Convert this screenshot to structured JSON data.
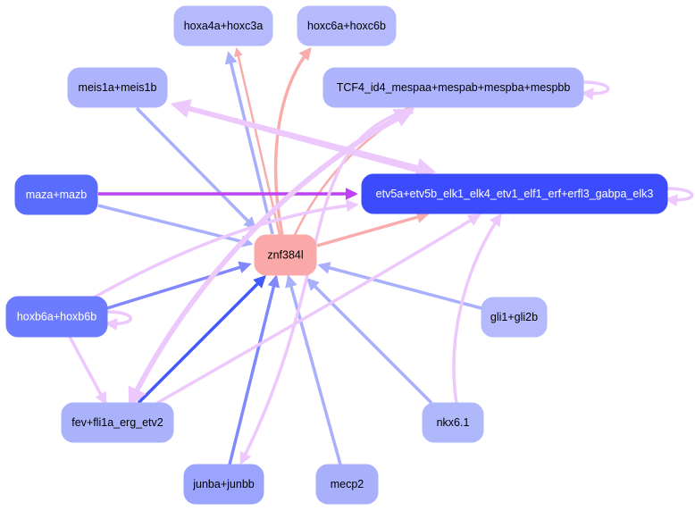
{
  "diagram": {
    "type": "directed-network",
    "colors": {
      "activating_edge": "#f8acac",
      "repressing_edge_light": "#a8b0fc",
      "repressing_edge_mid": "#8088fc",
      "repressing_edge_strong": "#4458fc",
      "regulatory_edge_purple": "#ecc8fc",
      "strong_purple_edge": "#c040f4"
    },
    "nodes": [
      {
        "id": "hoxa4a_hoxc3a",
        "label": "hoxa4a+hoxc3a",
        "fill": "#b4bafc",
        "text_color": "#000000"
      },
      {
        "id": "hoxc6a_hoxc6b",
        "label": "hoxc6a+hoxc6b",
        "fill": "#b4bafc",
        "text_color": "#000000"
      },
      {
        "id": "meis1a_meis1b",
        "label": "meis1a+meis1b",
        "fill": "#aeb4fc",
        "text_color": "#000000"
      },
      {
        "id": "tcf4",
        "label": "TCF4_id4_mespaa+mespab+mespba+mespbb",
        "fill": "#aeb4fc",
        "text_color": "#000000"
      },
      {
        "id": "maza_mazb",
        "label": "maza+mazb",
        "fill": "#5a6cfc",
        "text_color": "#ffffff"
      },
      {
        "id": "etv5a",
        "label": "etv5a+etv5b_elk1_elk4_etv1_elf1_erf+erfl3_gabpa_elk3",
        "fill": "#3c4cfc",
        "text_color": "#ffffff"
      },
      {
        "id": "znf384l",
        "label": "znf384l",
        "fill": "#faa8a8",
        "text_color": "#000000"
      },
      {
        "id": "hoxb6a_hoxb6b",
        "label": "hoxb6a+hoxb6b",
        "fill": "#6c7cfc",
        "text_color": "#ffffff"
      },
      {
        "id": "gli1_gli2b",
        "label": "gli1+gli2b",
        "fill": "#b4bafc",
        "text_color": "#000000"
      },
      {
        "id": "fev",
        "label": "fev+fli1a_erg_etv2",
        "fill": "#aab2fc",
        "text_color": "#000000"
      },
      {
        "id": "nkx6_1",
        "label": "nkx6.1",
        "fill": "#b0b8fc",
        "text_color": "#000000"
      },
      {
        "id": "junba_junbb",
        "label": "junba+junbb",
        "fill": "#9aa4fc",
        "text_color": "#000000"
      },
      {
        "id": "mecp2",
        "label": "mecp2",
        "fill": "#a8b0fc",
        "text_color": "#000000"
      }
    ],
    "edges": [
      {
        "from": "znf384l",
        "to": "hoxa4a_hoxc3a",
        "color": "activating_edge",
        "weight": "light"
      },
      {
        "from": "hoxa4a_hoxc3a",
        "to": "znf384l",
        "color": "repressing_edge_light",
        "weight": "medium"
      },
      {
        "from": "znf384l",
        "to": "hoxc6a_hoxc6b",
        "color": "activating_edge",
        "weight": "medium"
      },
      {
        "from": "znf384l",
        "to": "tcf4",
        "color": "activating_edge",
        "weight": "light"
      },
      {
        "from": "znf384l",
        "to": "etv5a",
        "color": "activating_edge",
        "weight": "medium"
      },
      {
        "from": "meis1a_meis1b",
        "to": "znf384l",
        "color": "repressing_edge_light",
        "weight": "medium"
      },
      {
        "from": "maza_mazb",
        "to": "znf384l",
        "color": "repressing_edge_light",
        "weight": "medium"
      },
      {
        "from": "maza_mazb",
        "to": "etv5a",
        "color": "strong_purple_edge",
        "weight": "medium"
      },
      {
        "from": "hoxb6a_hoxb6b",
        "to": "znf384l",
        "color": "repressing_edge_mid",
        "weight": "medium"
      },
      {
        "from": "fev",
        "to": "znf384l",
        "color": "repressing_edge_strong",
        "weight": "medium"
      },
      {
        "from": "junba_junbb",
        "to": "znf384l",
        "color": "repressing_edge_mid",
        "weight": "medium"
      },
      {
        "from": "mecp2",
        "to": "znf384l",
        "color": "repressing_edge_light",
        "weight": "medium"
      },
      {
        "from": "nkx6_1",
        "to": "znf384l",
        "color": "repressing_edge_light",
        "weight": "medium"
      },
      {
        "from": "gli1_gli2b",
        "to": "znf384l",
        "color": "repressing_edge_light",
        "weight": "medium"
      },
      {
        "from": "etv5a",
        "to": "meis1a_meis1b",
        "color": "regulatory_edge_purple",
        "weight": "heavy"
      },
      {
        "from": "meis1a_meis1b",
        "to": "etv5a",
        "color": "regulatory_edge_purple",
        "weight": "heavy"
      },
      {
        "from": "fev",
        "to": "tcf4",
        "color": "regulatory_edge_purple",
        "weight": "heavy"
      },
      {
        "from": "tcf4",
        "to": "fev",
        "color": "regulatory_edge_purple",
        "weight": "heavy"
      },
      {
        "from": "tcf4",
        "to": "junba_junbb",
        "color": "regulatory_edge_purple",
        "weight": "medium"
      },
      {
        "from": "hoxb6a_hoxb6b",
        "to": "etv5a",
        "color": "regulatory_edge_purple",
        "weight": "medium"
      },
      {
        "from": "hoxb6a_hoxb6b",
        "to": "fev",
        "color": "regulatory_edge_purple",
        "weight": "medium"
      },
      {
        "from": "fev",
        "to": "etv5a",
        "color": "regulatory_edge_purple",
        "weight": "medium"
      },
      {
        "from": "nkx6_1",
        "to": "etv5a",
        "color": "regulatory_edge_purple",
        "weight": "medium"
      },
      {
        "from": "tcf4",
        "to": "tcf4",
        "color": "regulatory_edge_purple",
        "weight": "medium"
      },
      {
        "from": "etv5a",
        "to": "etv5a",
        "color": "regulatory_edge_purple",
        "weight": "medium"
      },
      {
        "from": "hoxb6a_hoxb6b",
        "to": "hoxb6a_hoxb6b",
        "color": "regulatory_edge_purple",
        "weight": "medium"
      }
    ]
  }
}
